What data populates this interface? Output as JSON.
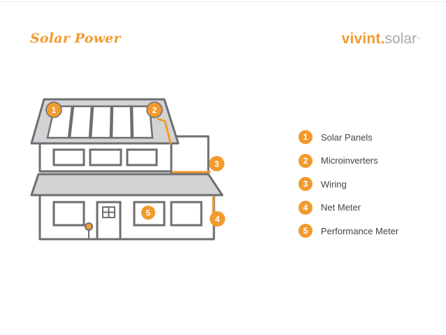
{
  "header": {
    "title": "Solar Power",
    "brand_primary": "vivint",
    "brand_dot": ".",
    "brand_secondary": "solar",
    "brand_tm": "™"
  },
  "diagram_markers": {
    "m1": "1",
    "m2": "2",
    "m3": "3",
    "m4": "4",
    "m5": "5"
  },
  "legend": [
    {
      "num": "1",
      "label": "Solar Panels"
    },
    {
      "num": "2",
      "label": "Microinverters"
    },
    {
      "num": "3",
      "label": "Wiring"
    },
    {
      "num": "4",
      "label": "Net Meter"
    },
    {
      "num": "5",
      "label": "Performance Meter"
    }
  ],
  "colors": {
    "accent": "#f29a2e",
    "outline": "#6d6e71",
    "roof_fill": "#d1d3d4",
    "text": "#444444"
  }
}
